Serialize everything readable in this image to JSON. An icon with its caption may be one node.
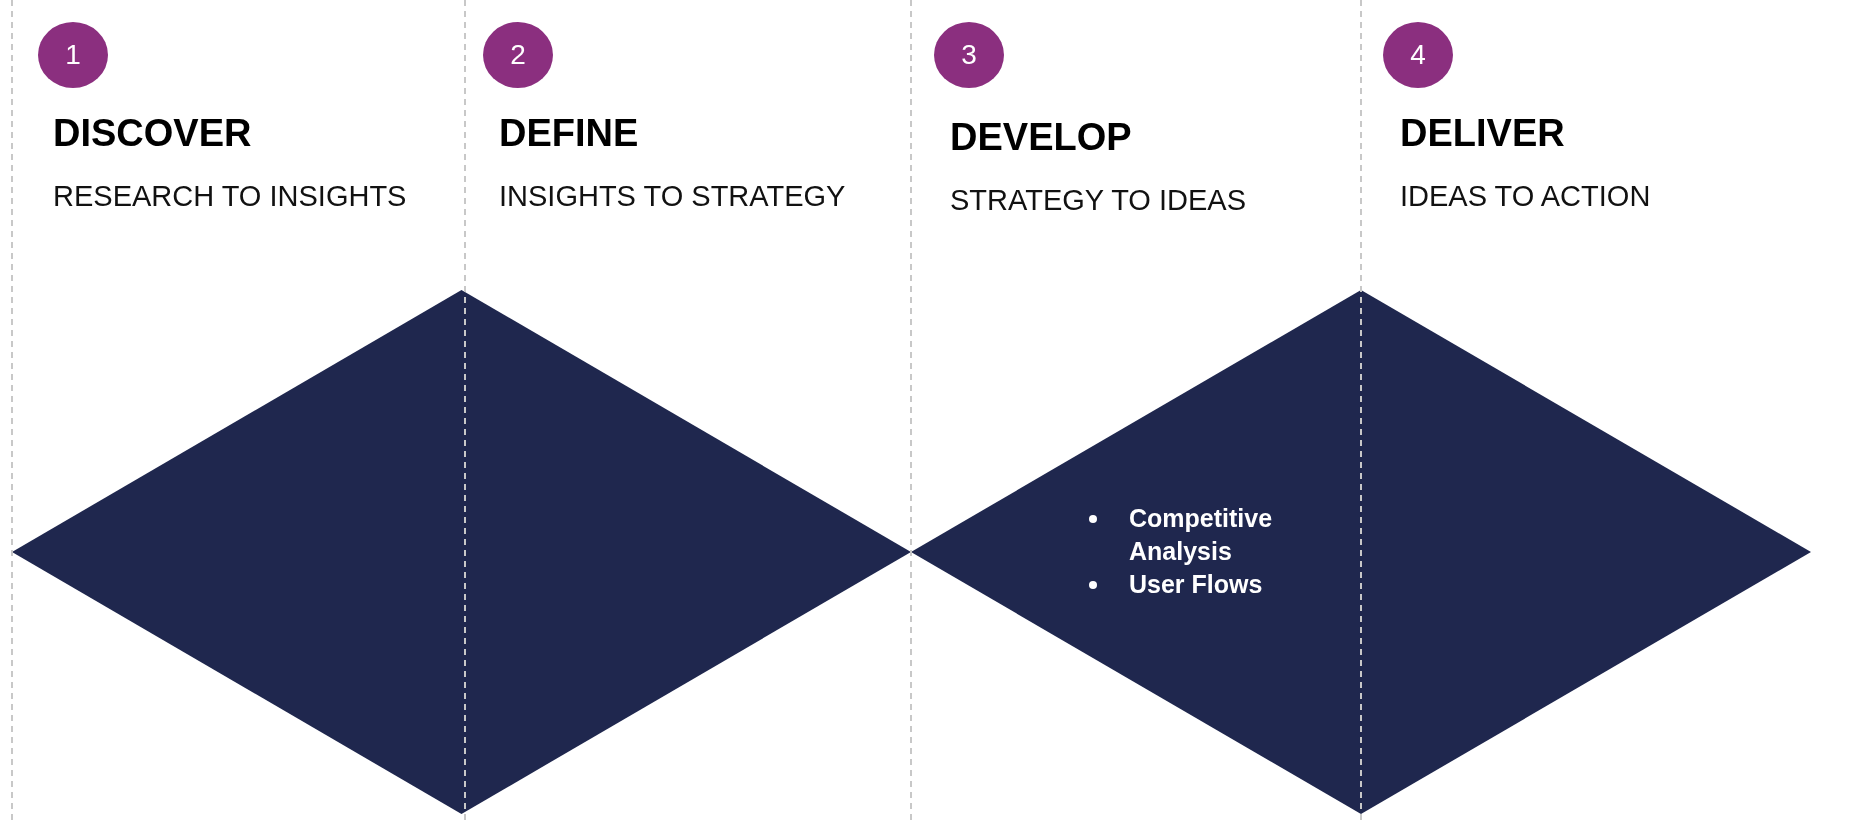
{
  "diagram": {
    "nodes": [
      {
        "text": [
          "1"
        ],
        "beside": [
          "DISCOVER",
          "RESEARCH TO INSIGHTS"
        ]
      },
      {
        "text": [
          "2"
        ],
        "beside": [
          "DEFINE",
          "INSIGHTS TO STRATEGY"
        ]
      },
      {
        "text": [
          "3"
        ],
        "beside": [
          "DEVELOP",
          "STRATEGY TO IDEAS"
        ]
      },
      {
        "text": [
          "4"
        ],
        "beside": [
          "DELIVER",
          "IDEAS TO ACTION"
        ]
      },
      {
        "text": [],
        "shape": "diamond"
      },
      {
        "text": [
          "Competitive Analysis",
          "User Flows"
        ]
      }
    ],
    "edges": []
  }
}
